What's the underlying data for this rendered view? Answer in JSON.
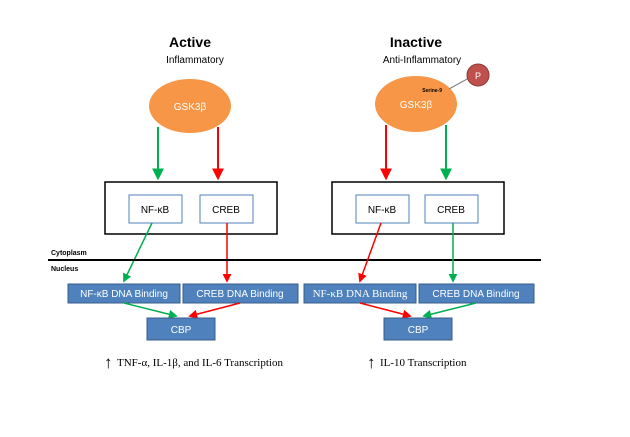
{
  "left_panel": {
    "state_title": "Active",
    "state_subtitle": "Inflammatory",
    "enzyme_label": "GSK3β",
    "box_nfkb_label": "NF-κB",
    "box_creb_label": "CREB",
    "dna_nfkb_label": "NF-κB DNA Binding",
    "dna_creb_label": "CREB DNA Binding",
    "cbp_label": "CBP",
    "transcription_arrow": "↑",
    "transcription_label": "TNF-α, IL-1β, and IL-6 Transcription"
  },
  "right_panel": {
    "state_title": "Inactive",
    "state_subtitle": "Anti-Inflammatory",
    "enzyme_label": "GSK3β",
    "serine_label": "Serine-9",
    "phospho_label": "P",
    "box_nfkb_label": "NF-κB",
    "box_creb_label": "CREB",
    "dna_nfkb_label": "NF-κB DNA Binding",
    "dna_creb_label": "CREB DNA Binding",
    "cbp_label": "CBP",
    "transcription_arrow": "↑",
    "transcription_label": "IL-10 Transcription"
  },
  "compartments": {
    "cytoplasm_label": "Cytoplasm",
    "nucleus_label": "Nucleus"
  },
  "colors": {
    "enzyme_fill": "#f79646",
    "phospho_fill": "#c0504d",
    "dna_box_fill": "#4f81bd",
    "box_outline": "#4f81bd",
    "arrow_green": "#00b050",
    "arrow_red": "#ff0000",
    "text_dark": "#000000",
    "text_light": "#ffffff"
  }
}
